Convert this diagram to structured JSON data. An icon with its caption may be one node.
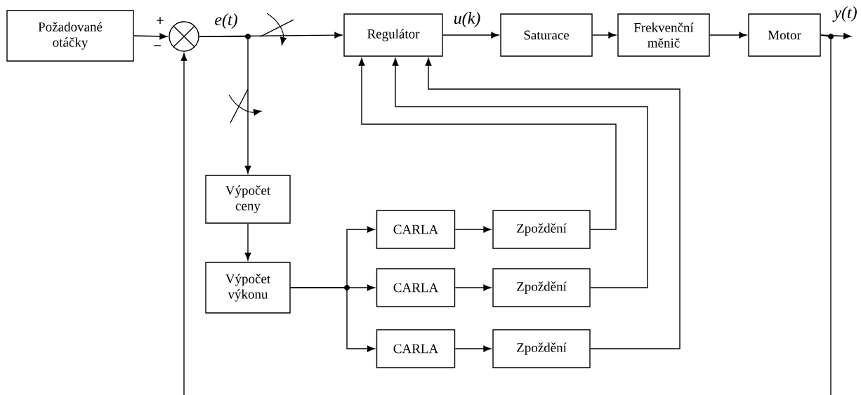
{
  "diagram": {
    "nodes": [
      {
        "text": [
          "Požadované otáčky"
        ]
      },
      {
        "text": [],
        "shape": "circle"
      },
      {
        "text": [
          "Regulátor"
        ]
      },
      {
        "text": [
          "Saturace"
        ]
      },
      {
        "text": [
          "Frekvenční měnič"
        ]
      },
      {
        "text": [
          "Motor"
        ]
      },
      {
        "text": [
          "Výpočet ceny"
        ]
      },
      {
        "text": [
          "Výpočet výkonu"
        ]
      },
      {
        "text": [
          "CARLA"
        ]
      },
      {
        "text": [
          "Zpoždění"
        ]
      },
      {
        "text": [
          "CARLA"
        ]
      },
      {
        "text": [
          "Zpoždění"
        ]
      },
      {
        "text": [
          "CARLA"
        ]
      },
      {
        "text": [
          "Zpoždění"
        ]
      }
    ],
    "edges": [
      {
        "from": 0,
        "to": 1,
        "arrow": "to"
      },
      {
        "from": 1,
        "to": 2,
        "arrow": "to",
        "label": "e(t)"
      },
      {
        "from": 1,
        "to": 6,
        "arrow": "to"
      },
      {
        "from": 2,
        "to": 3,
        "arrow": "to",
        "label": "u(k)"
      },
      {
        "from": 3,
        "to": 4,
        "arrow": "to"
      },
      {
        "from": 4,
        "to": 5,
        "arrow": "to"
      },
      {
        "from": 5,
        "to": null,
        "arrow": "to",
        "label": "y(t)"
      },
      {
        "from": 5,
        "to": null,
        "arrow": "none"
      },
      {
        "from": null,
        "to": 1,
        "arrow": "to"
      },
      {
        "from": 6,
        "to": 7,
        "arrow": "to"
      },
      {
        "from": 7,
        "to": 8,
        "arrow": "to"
      },
      {
        "from": 7,
        "to": 10,
        "arrow": "to"
      },
      {
        "from": 7,
        "to": 12,
        "arrow": "to"
      },
      {
        "from": 8,
        "to": 9,
        "arrow": "to"
      },
      {
        "from": 10,
        "to": 11,
        "arrow": "to"
      },
      {
        "from": 12,
        "to": 13,
        "arrow": "to"
      },
      {
        "from": 9,
        "to": 2,
        "arrow": "to"
      },
      {
        "from": 11,
        "to": 2,
        "arrow": "to"
      },
      {
        "from": 13,
        "to": 2,
        "arrow": "to"
      }
    ],
    "labels": [
      "+",
      "−"
    ]
  }
}
